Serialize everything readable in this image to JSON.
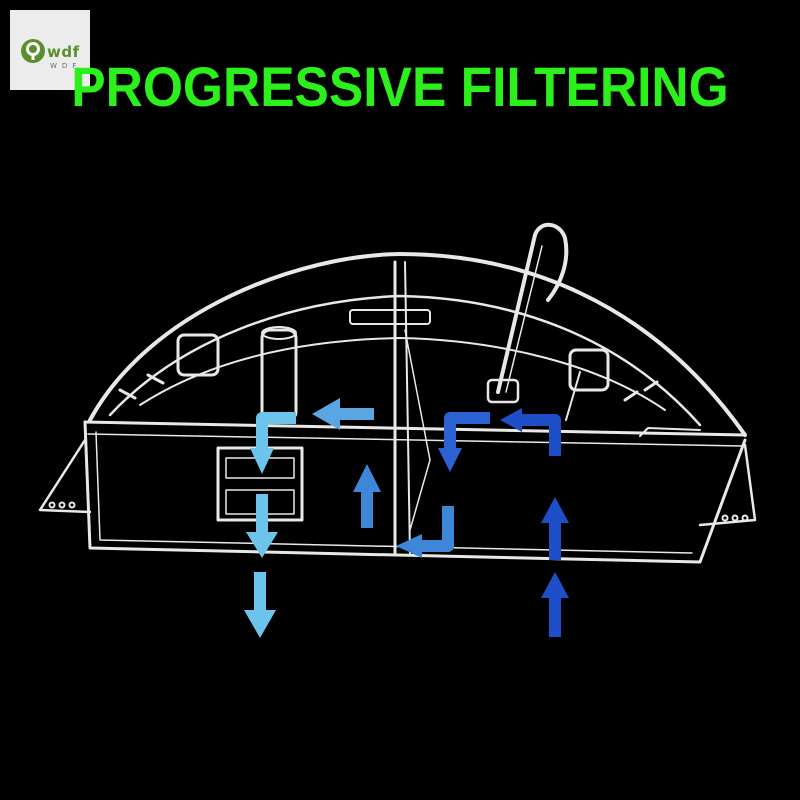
{
  "logo": {
    "name": "wdf",
    "sub": "WDF",
    "icon": "tree-icon",
    "brand_color": "#5b8f2c"
  },
  "title": "PROGRESSIVE FILTERING",
  "colors": {
    "title": "#2cf01c",
    "inflow_arrow": "#1f4fc8",
    "mid_arrow": "#3d86d8",
    "outflow_arrow": "#6cc4ec",
    "acrylic": "#e8e8e8",
    "background": "#000000"
  }
}
